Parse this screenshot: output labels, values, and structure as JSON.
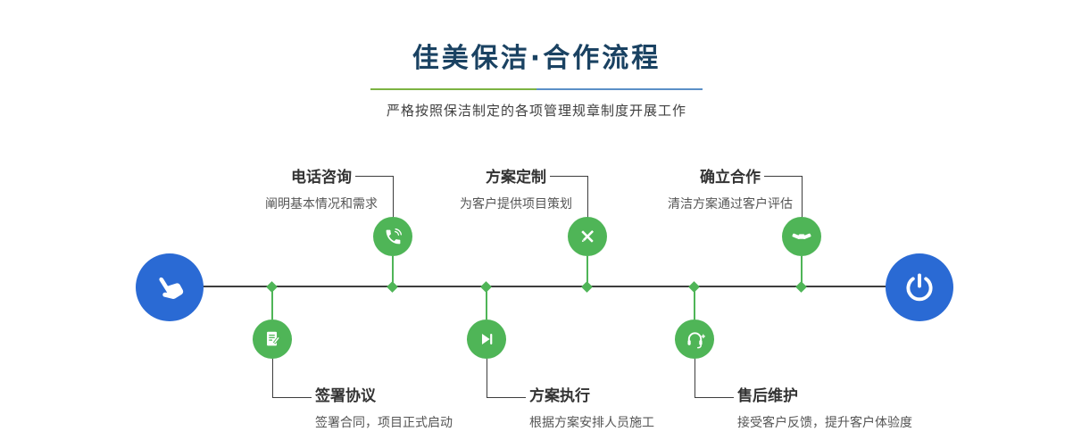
{
  "header": {
    "title": "佳美保洁·合作流程",
    "subtitle": "严格按照保洁制定的各项管理规章制度开展工作"
  },
  "colors": {
    "title_navy": "#1a4262",
    "accent_blue": "#2a6ad4",
    "accent_green": "#4fb557",
    "divider_green": "#7cb342",
    "divider_blue": "#5b8fc7",
    "line_dark": "#3d3d3d"
  },
  "timeline": {
    "start_icon": "hand-pointer-icon",
    "end_icon": "power-icon"
  },
  "steps_top": [
    {
      "title": "电话咨询",
      "desc": "阐明基本情况和需求",
      "icon": "phone-icon"
    },
    {
      "title": "方案定制",
      "desc": "为客户提供项目策划",
      "icon": "design-tools-icon"
    },
    {
      "title": "确立合作",
      "desc": "清洁方案通过客户评估",
      "icon": "handshake-icon"
    }
  ],
  "steps_bottom": [
    {
      "title": "签署协议",
      "desc": "签署合同，项目正式启动",
      "icon": "contract-icon"
    },
    {
      "title": "方案执行",
      "desc": "根据方案安排人员施工",
      "icon": "play-icon"
    },
    {
      "title": "售后维护",
      "desc": "接受客户反馈，提升客户体验度",
      "icon": "headset-icon"
    }
  ]
}
